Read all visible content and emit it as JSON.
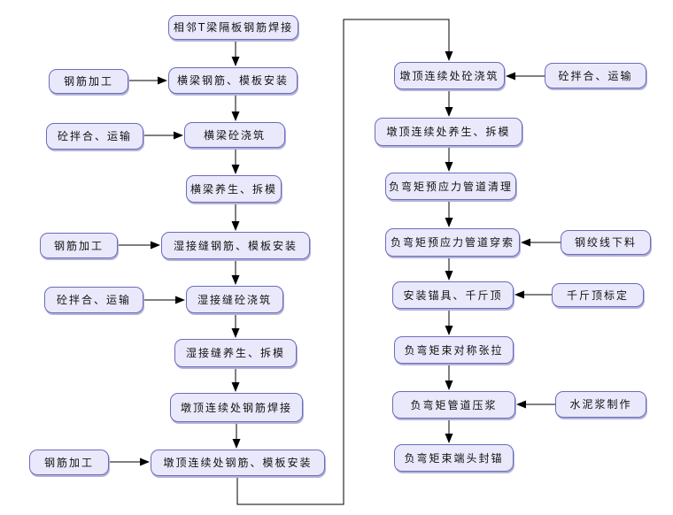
{
  "colors": {
    "canvas_bg": "#ffffff",
    "node_fill": "#e9e9fb",
    "node_border": "#6b6bbd",
    "node_shadow": "#b3b3d9",
    "line_color": "#000000"
  },
  "steps_left": [
    "相邻T梁隔板钢筋焊接",
    "横梁钢筋、模板安装",
    "横梁砼浇筑",
    "横梁养生、拆模",
    "湿接缝钢筋、模板安装",
    "湿接缝砼浇筑",
    "湿接缝养生、拆模",
    "墩顶连续处钢筋焊接",
    "墩顶连续处钢筋、模板安装"
  ],
  "steps_right": [
    "墩顶连续处砼浇筑",
    "墩顶连续处养生、拆模",
    "负弯矩预应力管道清理",
    "负弯矩预应力管道穿索",
    "安装锚具、千斤顶",
    "负弯矩束对称张拉",
    "负弯矩管道压浆",
    "负弯矩束端头封锚"
  ],
  "inputs_left": [
    "钢筋加工",
    "砼拌合、运输",
    "钢筋加工",
    "砼拌合、运输",
    "钢筋加工"
  ],
  "inputs_right": [
    "砼拌合、运输",
    "钢绞线下料",
    "千斤顶标定",
    "水泥浆制作"
  ]
}
